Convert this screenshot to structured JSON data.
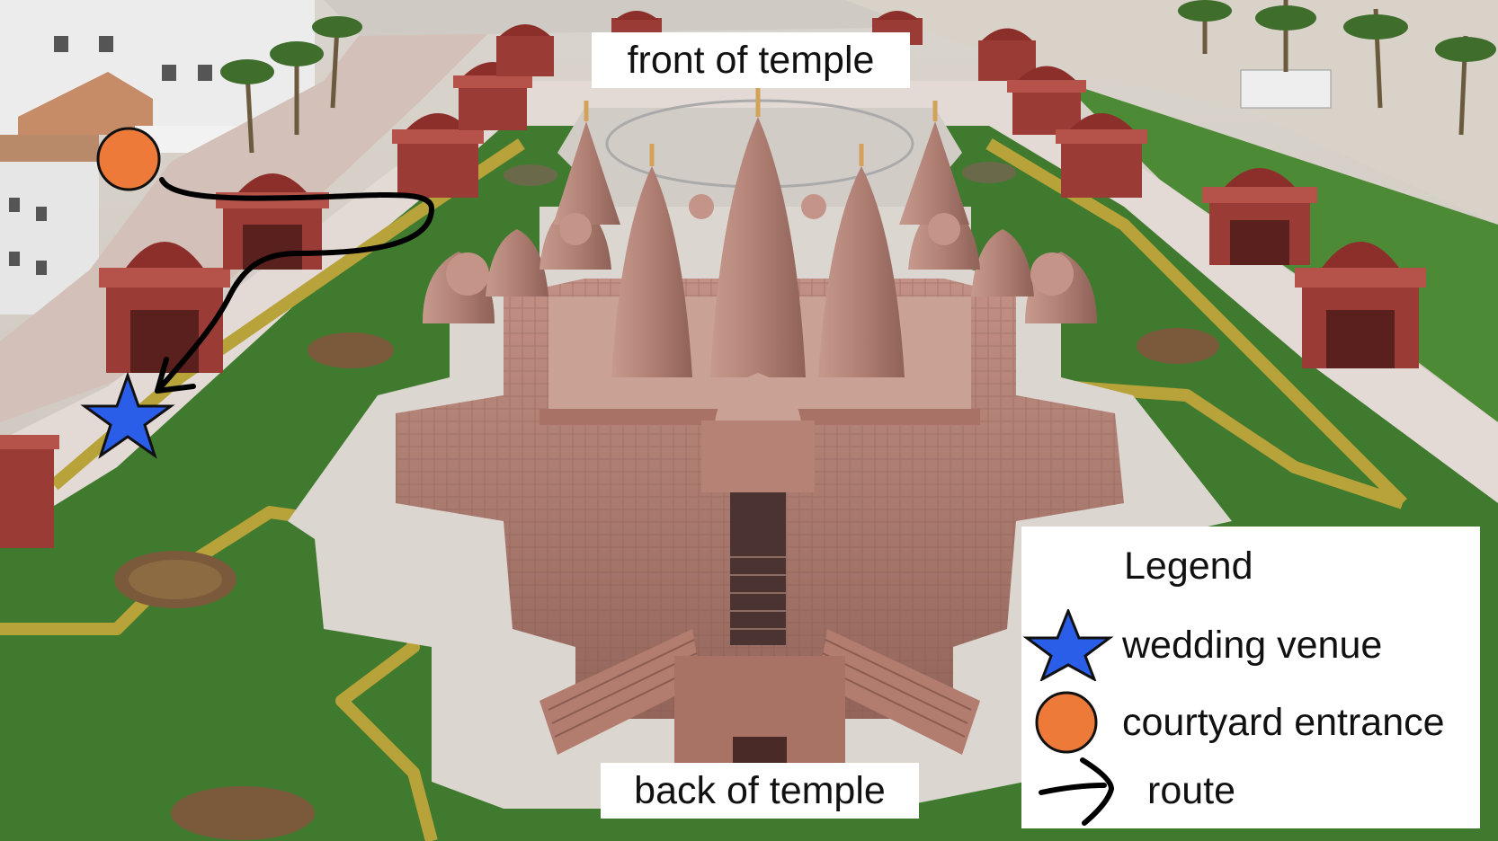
{
  "labels": {
    "front": "front of temple",
    "back": "back of temple"
  },
  "legend": {
    "title": "Legend",
    "items": [
      {
        "symbol": "star-icon",
        "label": "wedding venue",
        "color": "#2a5ee8"
      },
      {
        "symbol": "circle-icon",
        "label": "courtyard entrance",
        "color": "#ee7a3a"
      },
      {
        "symbol": "arrow-icon",
        "label": "route",
        "color": "#000000"
      }
    ]
  },
  "colors": {
    "lawn": "#3f7a2e",
    "hedge": "#b8a23a",
    "sandstone": "#b57f72",
    "pavilion": "#9a3b36",
    "plaza": "#d8d2cc",
    "star": "#2a5ee8",
    "entrance": "#ee7a3a"
  }
}
